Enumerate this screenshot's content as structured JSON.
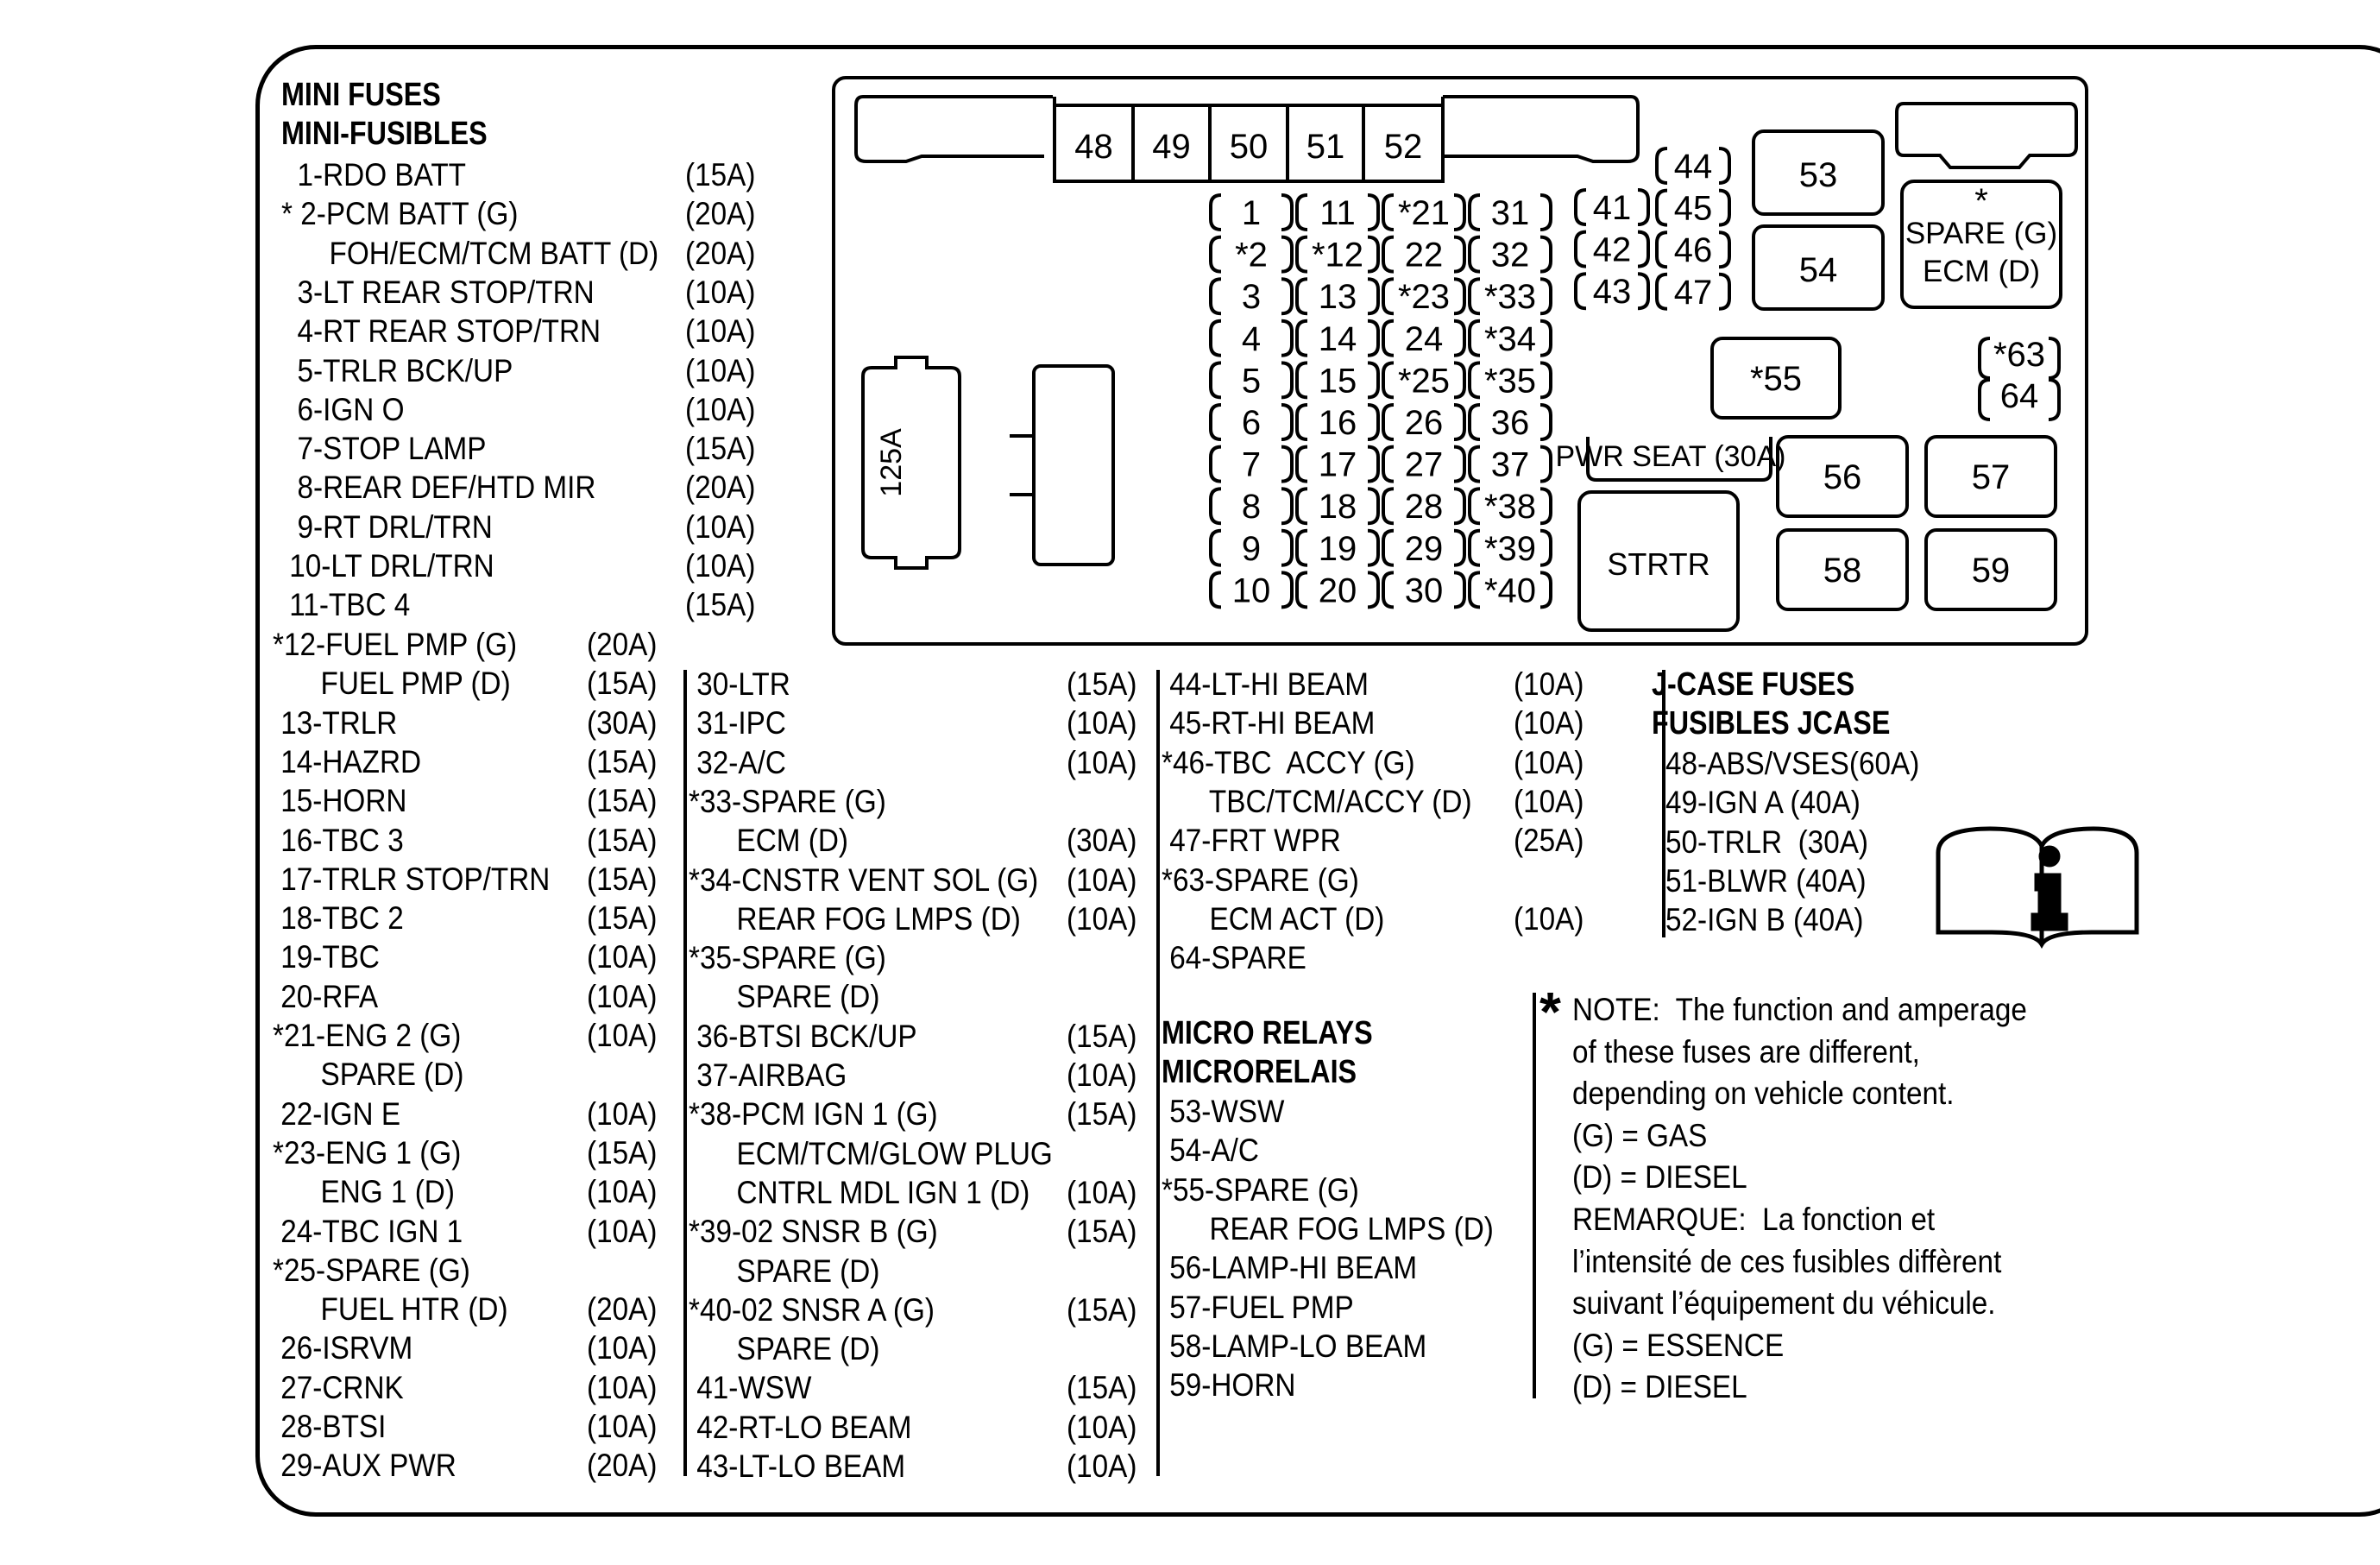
{
  "mini_fuses": {
    "title_en": "MINI FUSES",
    "title_fr": "MINI-FUSIBLES",
    "col1": [
      {
        "label": "  1-RDO BATT",
        "amp": "(15A)"
      },
      {
        "label": "* 2-PCM BATT (G)",
        "amp": "(20A)"
      },
      {
        "label": "      FOH/ECM/TCM BATT (D)",
        "amp": "(20A)"
      },
      {
        "label": "  3-LT REAR STOP/TRN",
        "amp": "(10A)"
      },
      {
        "label": "  4-RT REAR STOP/TRN",
        "amp": "(10A)"
      },
      {
        "label": "  5-TRLR BCK/UP",
        "amp": "(10A)"
      },
      {
        "label": "  6-IGN O",
        "amp": "(10A)"
      },
      {
        "label": "  7-STOP LAMP",
        "amp": "(15A)"
      },
      {
        "label": "  8-REAR DEF/HTD MIR",
        "amp": "(20A)"
      },
      {
        "label": "  9-RT DRL/TRN",
        "amp": "(10A)"
      },
      {
        "label": " 10-LT DRL/TRN",
        "amp": "(10A)"
      },
      {
        "label": " 11-TBC 4",
        "amp": "(15A)"
      }
    ],
    "col1b": [
      {
        "label": "*12-FUEL PMP (G)",
        "amp": "(20A)"
      },
      {
        "label": "      FUEL PMP (D)",
        "amp": "(15A)"
      },
      {
        "label": " 13-TRLR",
        "amp": "(30A)"
      },
      {
        "label": " 14-HAZRD",
        "amp": "(15A)"
      },
      {
        "label": " 15-HORN",
        "amp": "(15A)"
      },
      {
        "label": " 16-TBC 3",
        "amp": "(15A)"
      },
      {
        "label": " 17-TRLR STOP/TRN",
        "amp": "(15A)"
      },
      {
        "label": " 18-TBC 2",
        "amp": "(15A)"
      },
      {
        "label": " 19-TBC",
        "amp": "(10A)"
      },
      {
        "label": " 20-RFA",
        "amp": "(10A)"
      },
      {
        "label": "*21-ENG 2 (G)",
        "amp": "(10A)"
      },
      {
        "label": "      SPARE (D)",
        "amp": ""
      },
      {
        "label": " 22-IGN E",
        "amp": "(10A)"
      },
      {
        "label": "*23-ENG 1 (G)",
        "amp": "(15A)"
      },
      {
        "label": "      ENG 1 (D)",
        "amp": "(10A)"
      },
      {
        "label": " 24-TBC IGN 1",
        "amp": "(10A)"
      },
      {
        "label": "*25-SPARE (G)",
        "amp": ""
      },
      {
        "label": "      FUEL HTR (D)",
        "amp": "(20A)"
      },
      {
        "label": " 26-ISRVM",
        "amp": "(10A)"
      },
      {
        "label": " 27-CRNK",
        "amp": "(10A)"
      },
      {
        "label": " 28-BTSI",
        "amp": "(10A)"
      },
      {
        "label": " 29-AUX PWR",
        "amp": "(20A)"
      }
    ],
    "col2": [
      {
        "label": " 30-LTR",
        "amp": "(15A)"
      },
      {
        "label": " 31-IPC",
        "amp": "(10A)"
      },
      {
        "label": " 32-A/C",
        "amp": "(10A)"
      },
      {
        "label": "*33-SPARE (G)",
        "amp": ""
      },
      {
        "label": "      ECM (D)",
        "amp": "(30A)"
      },
      {
        "label": "*34-CNSTR VENT SOL (G)",
        "amp": "(10A)"
      },
      {
        "label": "      REAR FOG LMPS (D)",
        "amp": "(10A)"
      },
      {
        "label": "*35-SPARE (G)",
        "amp": ""
      },
      {
        "label": "      SPARE (D)",
        "amp": ""
      },
      {
        "label": " 36-BTSI BCK/UP",
        "amp": "(15A)"
      },
      {
        "label": " 37-AIRBAG",
        "amp": "(10A)"
      },
      {
        "label": "*38-PCM IGN 1 (G)",
        "amp": "(15A)"
      },
      {
        "label": "      ECM/TCM/GLOW PLUG",
        "amp": ""
      },
      {
        "label": "      CNTRL MDL IGN 1 (D)",
        "amp": "(10A)"
      },
      {
        "label": "*39-02 SNSR B (G)",
        "amp": "(15A)"
      },
      {
        "label": "      SPARE (D)",
        "amp": ""
      },
      {
        "label": "*40-02 SNSR A (G)",
        "amp": "(15A)"
      },
      {
        "label": "      SPARE (D)",
        "amp": ""
      },
      {
        "label": " 41-WSW",
        "amp": "(15A)"
      },
      {
        "label": " 42-RT-LO BEAM",
        "amp": "(10A)"
      },
      {
        "label": " 43-LT-LO BEAM",
        "amp": "(10A)"
      }
    ],
    "col3": [
      {
        "label": " 44-LT-HI BEAM",
        "amp": "(10A)"
      },
      {
        "label": " 45-RT-HI BEAM",
        "amp": "(10A)"
      },
      {
        "label": "*46-TBC  ACCY (G)",
        "amp": "(10A)"
      },
      {
        "label": "      TBC/TCM/ACCY (D)",
        "amp": "(10A)"
      },
      {
        "label": " 47-FRT WPR",
        "amp": "(25A)"
      },
      {
        "label": "*63-SPARE (G)",
        "amp": ""
      },
      {
        "label": "      ECM ACT (D)",
        "amp": "(10A)"
      },
      {
        "label": " 64-SPARE",
        "amp": ""
      }
    ]
  },
  "micro_relays": {
    "title_en": "MICRO RELAYS",
    "title_fr": "MICRORELAIS",
    "items": [
      " 53-WSW",
      " 54-A/C",
      "*55-SPARE (G)",
      "      REAR FOG LMPS (D)",
      " 56-LAMP-HI BEAM",
      " 57-FUEL PMP",
      " 58-LAMP-LO BEAM",
      " 59-HORN"
    ]
  },
  "jcase": {
    "title_en": "J-CASE FUSES",
    "title_fr": "FUSIBLES JCASE",
    "items": [
      "48-ABS/VSES(60A)",
      "49-IGN A (40A)",
      "50-TRLR  (30A)",
      "51-BLWR (40A)",
      "52-IGN B (40A)"
    ]
  },
  "note": {
    "star": "*",
    "lines": [
      "NOTE:  The function and amperage",
      "of these fuses are different,",
      "depending on vehicle content.",
      "(G) = GAS",
      "(D) = DIESEL",
      "REMARQUE:  La fonction et",
      "l’intensité de ces fusibles diffèrent",
      "suivant l’équipement du véhicule.",
      "(G) = ESSENCE",
      "(D) = DIESEL"
    ]
  },
  "diagram": {
    "jcase_top": [
      "48",
      "49",
      "50",
      "51",
      "52"
    ],
    "grid": [
      [
        "1",
        "11",
        "*21",
        "31"
      ],
      [
        "*2",
        "*12",
        "22",
        "32"
      ],
      [
        "3",
        "13",
        "*23",
        "*33"
      ],
      [
        "4",
        "14",
        "24",
        "*34"
      ],
      [
        "5",
        "15",
        "*25",
        "*35"
      ],
      [
        "6",
        "16",
        "26",
        "36"
      ],
      [
        "7",
        "17",
        "27",
        "37"
      ],
      [
        "8",
        "18",
        "28",
        "*38"
      ],
      [
        "9",
        "19",
        "29",
        "*39"
      ],
      [
        "10",
        "20",
        "30",
        "*40"
      ]
    ],
    "small_left": [
      "41",
      "42",
      "43"
    ],
    "small_right": [
      "44",
      "45",
      "46",
      "47"
    ],
    "relay_53": "53",
    "relay_54": "54",
    "spare_star": "*",
    "spare_line1": "SPARE (G)",
    "spare_line2": "ECM (D)",
    "relay_55": "*55",
    "fuse_63": "*63",
    "fuse_64": "64",
    "pwr_seat": "PWR SEAT (30A)",
    "relays_lower": [
      "56",
      "57",
      "58",
      "59"
    ],
    "strtr": "STRTR",
    "maxi_fuse": "125A"
  },
  "colors": {
    "ink": "#000000",
    "background": "#ffffff"
  }
}
